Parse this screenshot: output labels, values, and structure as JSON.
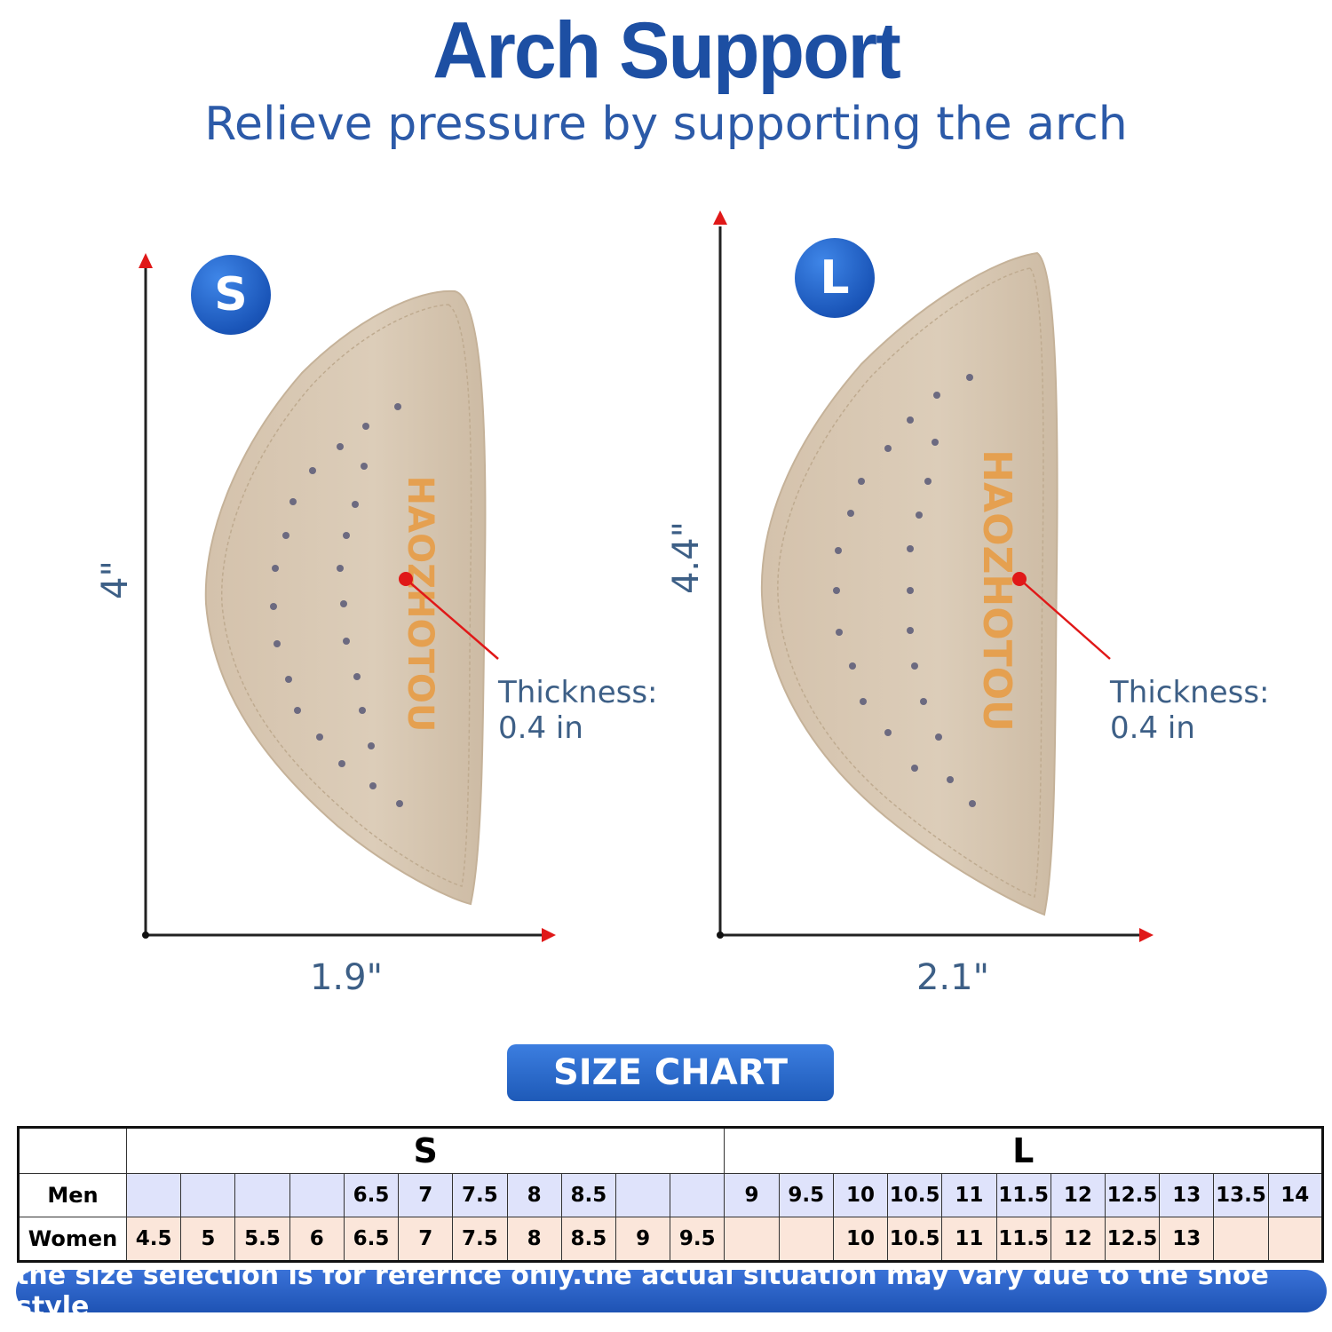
{
  "header": {
    "title": "Arch Support",
    "subtitle": "Relieve pressure by supporting the arch"
  },
  "products": [
    {
      "size": "S",
      "height": "4\"",
      "width": "1.9\"",
      "thickness_label": "Thickness:",
      "thickness_value": "0.4 in",
      "brand": "HAOZHOTOU"
    },
    {
      "size": "L",
      "height": "4.4\"",
      "width": "2.1\"",
      "thickness_label": "Thickness:",
      "thickness_value": "0.4 in",
      "brand": "HAOZHOTOU"
    }
  ],
  "size_chart": {
    "button_label": "SIZE CHART",
    "groups": [
      "S",
      "L"
    ],
    "rows": [
      {
        "label": "Men",
        "values": [
          "",
          "",
          "",
          "",
          "6.5",
          "7",
          "7.5",
          "8",
          "8.5",
          "",
          "",
          "9",
          "9.5",
          "10",
          "10.5",
          "11",
          "11.5",
          "12",
          "12.5",
          "13",
          "13.5",
          "14"
        ]
      },
      {
        "label": "Women",
        "values": [
          "4.5",
          "5",
          "5.5",
          "6",
          "6.5",
          "7",
          "7.5",
          "8",
          "8.5",
          "9",
          "9.5",
          "",
          "",
          "10",
          "10.5",
          "11",
          "11.5",
          "12",
          "12.5",
          "13",
          "",
          ""
        ]
      }
    ],
    "note": "the size selection is for refernce only.the actual situation may vary due to the shoe style"
  },
  "colors": {
    "title_blue": "#1d4fa3",
    "label_blue": "#3d5f86",
    "arrow_red": "#e01818",
    "leather": "#d8c8b4",
    "men_row": "#dfe3fb",
    "women_row": "#fbe6da"
  }
}
